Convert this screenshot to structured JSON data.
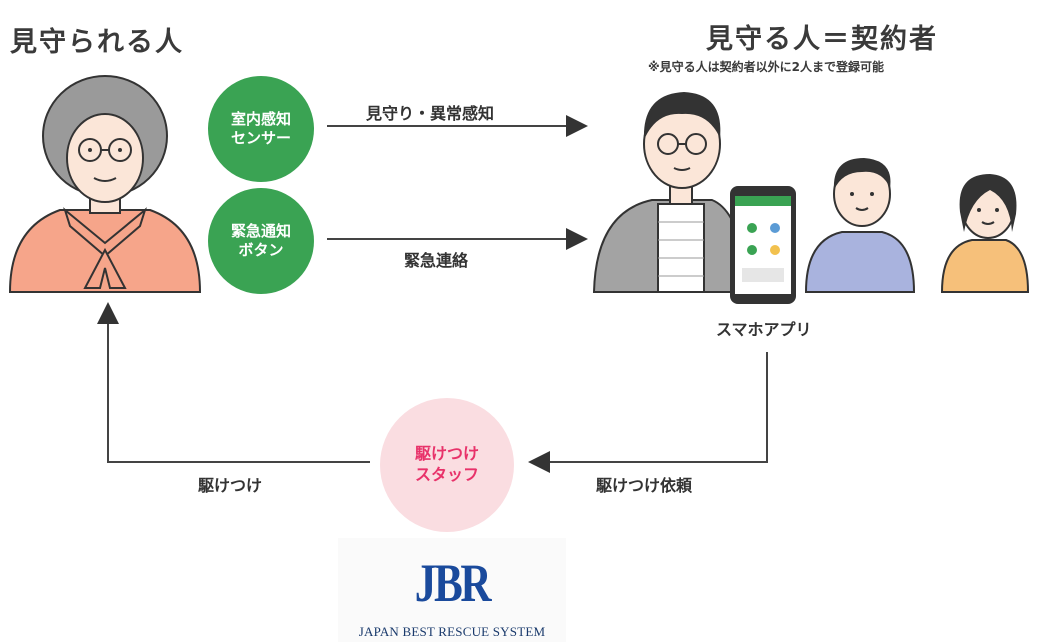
{
  "left_title": "見守られる人",
  "right_title": "見守る人＝契約者",
  "right_note": "※見守る人は契約者以外に2人まで登録可能",
  "devices": {
    "sensor": [
      "室内感知",
      "センサー"
    ],
    "button": [
      "緊急通知",
      "ボタン"
    ]
  },
  "flows": {
    "sensor_flow": "見守り・異常感知",
    "emergency_flow": "緊急連絡",
    "dispatch_request": "駆けつけ依頼",
    "rush": "駆けつけ"
  },
  "app_label": "スマホアプリ",
  "staff": [
    "駆けつけ",
    "スタッフ"
  ],
  "company": {
    "logo": "JBR",
    "name": "JAPAN BEST RESCUE SYSTEM"
  },
  "colors": {
    "green": "#3aa353",
    "pink_bg": "#fadde1",
    "pink_text": "#e8326a",
    "navy": "#1a4a9c"
  }
}
